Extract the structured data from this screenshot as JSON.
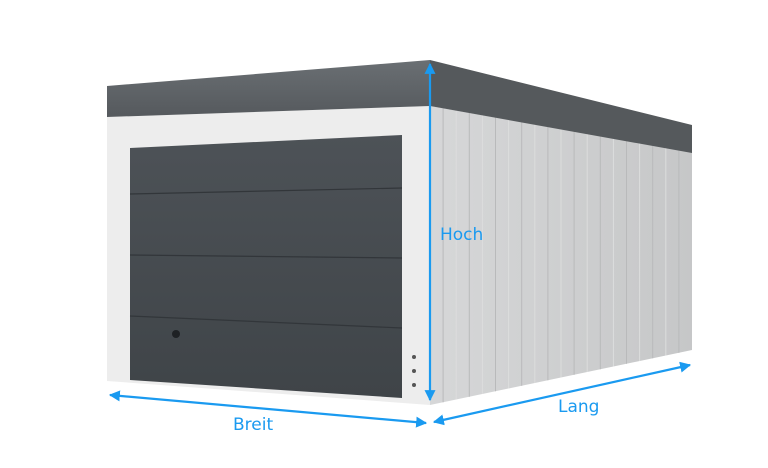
{
  "labels": {
    "height": "Hoch",
    "width": "Breit",
    "length": "Lang"
  },
  "colors": {
    "arrow": "#1a9af0",
    "roof": "#5f6468",
    "frame": "#eeeeee",
    "door": "#474c51",
    "side_wall": "#cfd0d1"
  },
  "illustration": {
    "door_panels": 4,
    "side_wall_ribs": 20
  }
}
